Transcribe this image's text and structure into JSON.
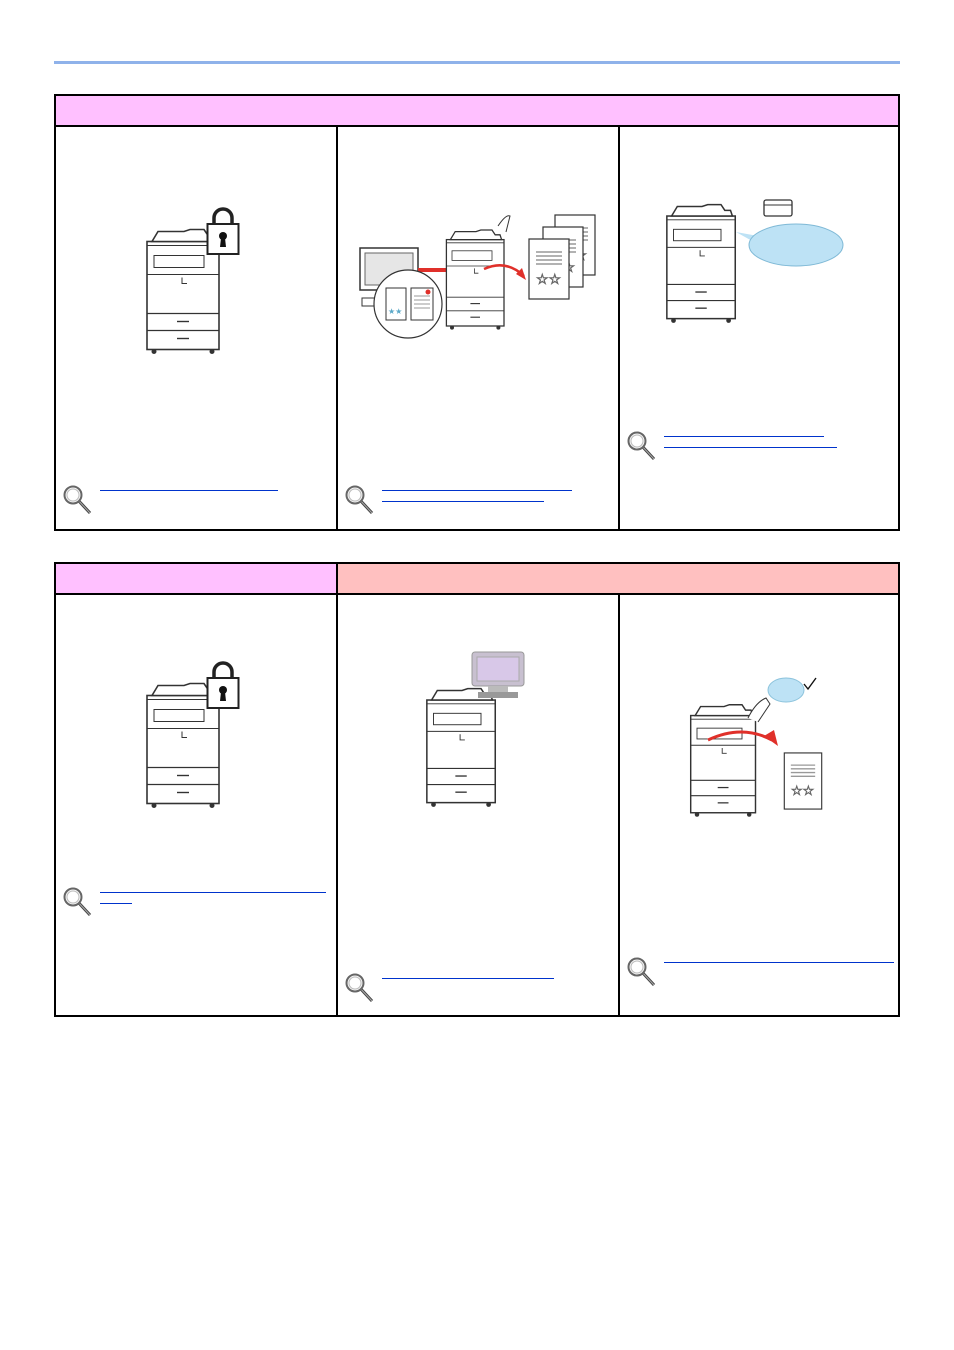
{
  "page": {
    "colors": {
      "top_rule": "#8fb2ea",
      "header_pink": "#ffc0ff",
      "header_rose": "#ffc0c0",
      "link": "#0033cc",
      "callout": "#bde2f5",
      "arrow_red": "#e0302a",
      "star_blue": "#5aa8c8"
    }
  },
  "table1": {
    "cells": [
      {
        "illustration": "printer-with-lock",
        "reference_icon": "magnifier-icon",
        "link_lines": 1
      },
      {
        "illustration": "pc-to-printer-job-output",
        "reference_icon": "magnifier-icon",
        "link_lines": 2
      },
      {
        "illustration": "printer-with-card-callout",
        "reference_icon": "magnifier-icon",
        "link_lines": 2
      }
    ]
  },
  "table2": {
    "cells": [
      {
        "illustration": "printer-with-lock",
        "reference_icon": "magnifier-icon",
        "link_lines": 2
      },
      {
        "illustration": "printer-with-monitor",
        "reference_icon": "magnifier-icon",
        "link_lines": 1
      },
      {
        "illustration": "printer-touch-output-check",
        "reference_icon": "magnifier-icon",
        "link_lines": 1
      }
    ]
  }
}
